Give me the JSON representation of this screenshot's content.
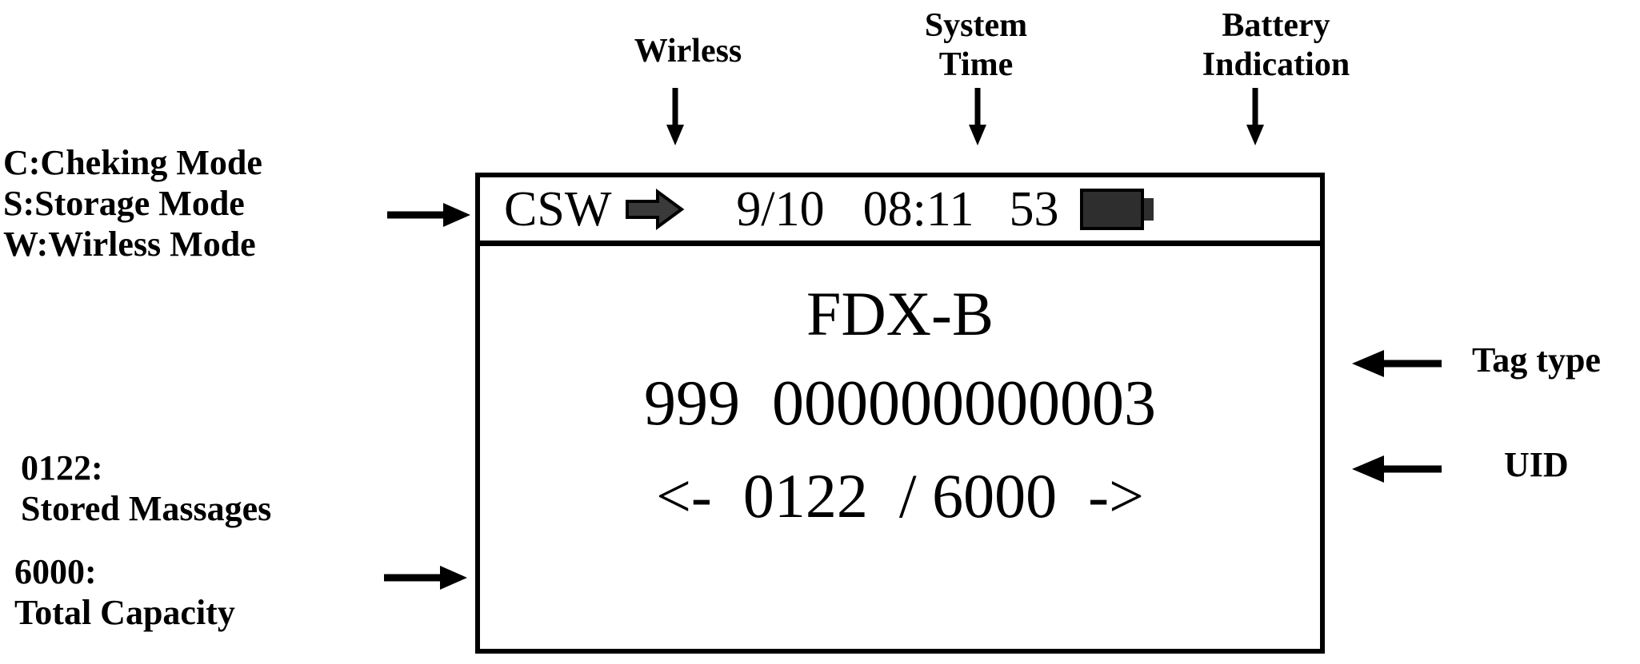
{
  "annotations": {
    "wireless": "Wirless",
    "system_time": "System\nTime",
    "battery_indication": "Battery\nIndication",
    "mode_legend": "C:Cheking Mode\nS:Storage Mode\nW:Wirless Mode",
    "stored_messages": "0122:\nStored Massages",
    "total_capacity": "6000:\nTotal Capacity",
    "tag_type": "Tag type",
    "uid": "UID"
  },
  "device": {
    "status_bar": {
      "mode": "CSW",
      "wireless_icon": "right-block-arrow-icon",
      "date": "9/10",
      "time": "08:11",
      "battery_percent": "53",
      "battery_icon": "battery-full-icon"
    },
    "screen": {
      "tag_type": "FDX-B",
      "uid": "999  000000000003",
      "pager": "<-  0122  / 6000  ->"
    }
  },
  "colors": {
    "ink": "#000000",
    "icon_fill": "#2e2e2e",
    "background": "#ffffff"
  }
}
